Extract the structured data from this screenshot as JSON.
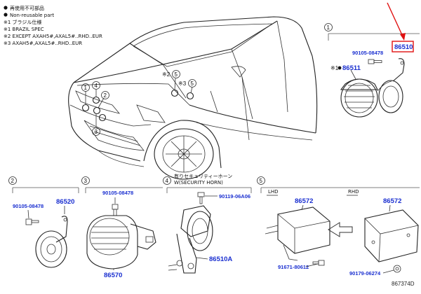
{
  "legend": {
    "items": [
      {
        "marker": "●",
        "text": "再使用不可部品"
      },
      {
        "marker": "●",
        "text": "Non-reusable part"
      },
      {
        "marker": "",
        "text": "※1 ブラジル仕様"
      },
      {
        "marker": "",
        "text": "※1 BRAZIL SPEC"
      },
      {
        "marker": "",
        "text": "※2 EXCEPT AXAH5#,AXAL5#..RHD..EUR"
      },
      {
        "marker": "",
        "text": "※3 AXAH5#,AXAL5#..RHD..EUR"
      }
    ]
  },
  "callouts": {
    "car_1": "1",
    "car_2": "2",
    "car_3": "3",
    "car_4": "4",
    "car_5a": "5",
    "car_5b": "5",
    "note_2": "※2",
    "note_3": "※3"
  },
  "panel1": {
    "index": "1",
    "bolt_part": "90105-08478",
    "nut_note": "※1",
    "nut_part": "86511",
    "highlight_part": "86510",
    "highlight_color": "#e01010"
  },
  "panel2": {
    "index": "2",
    "bolt_part": "90105-08478",
    "horn_part": "86520"
  },
  "panel3": {
    "index": "3",
    "bolt_part": "90105-08478",
    "horn_part": "86570"
  },
  "panel4": {
    "index": "4",
    "title_jp": "有りセキュリティーホーン",
    "title_en": "W(SECURITY HORN)",
    "bolt_part": "90119-06A06",
    "horn_part": "86510A"
  },
  "panel5": {
    "index": "5",
    "lhd_label": "LHD",
    "rhd_label": "RHD",
    "lhd_part": "86572",
    "rhd_part": "86572",
    "lhd_bolt_part": "91671-80612",
    "rhd_bolt_part": "90179-06274"
  },
  "ref_code": "867374D"
}
